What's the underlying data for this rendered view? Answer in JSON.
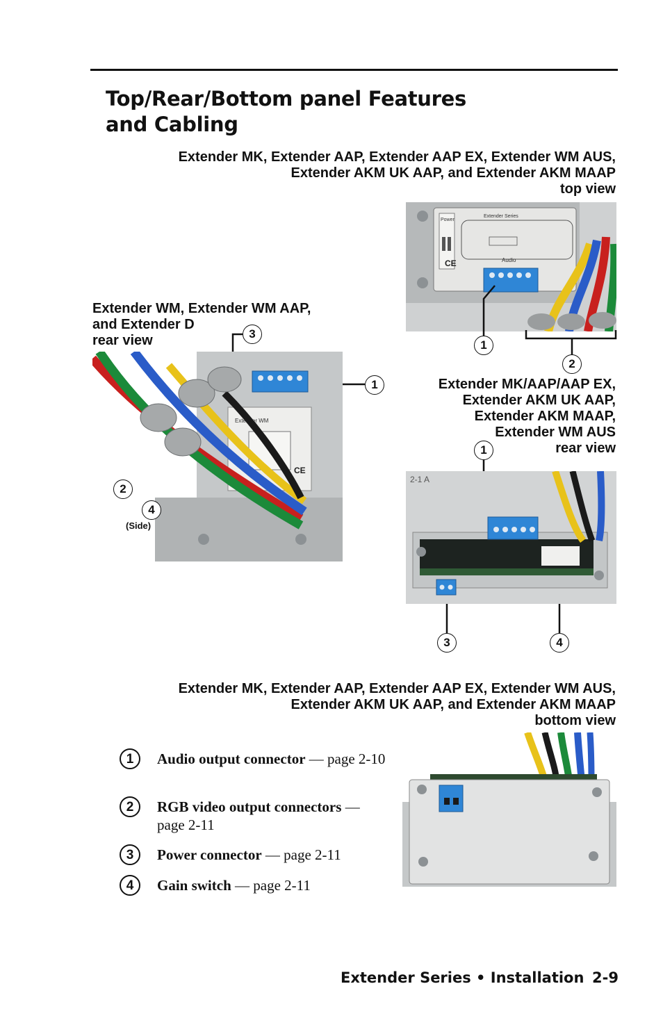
{
  "heading": {
    "line1": "Top/Rear/Bottom panel Features",
    "line2": "and Cabling"
  },
  "captions": {
    "top_view": [
      "Extender MK, Extender AAP, Extender AAP EX, Extender WM AUS,",
      "Extender AKM UK AAP, and Extender AKM MAAP",
      "top view"
    ],
    "wm_rear_view": [
      "Extender WM, Extender WM AAP,",
      "and Extender D",
      "rear view"
    ],
    "mk_rear_view": [
      "Extender MK/AAP/AAP EX,",
      "Extender AKM UK AAP,",
      "Extender AKM MAAP,",
      "Extender WM AUS",
      "rear view"
    ],
    "bottom_view": [
      "Extender MK, Extender AAP, Extender AAP EX, Extender WM AUS,",
      "Extender AKM UK AAP, and Extender AKM MAAP",
      "bottom view"
    ]
  },
  "photo_labels": {
    "top_power": "Power",
    "top_series": "Extender Series",
    "top_audio": "Audio",
    "top_ce": "CE",
    "wm_label": "Extender WM",
    "wm_ce": "CE",
    "rear_tag": "2-1 A"
  },
  "callouts": {
    "one": "1",
    "two": "2",
    "three": "3",
    "four": "4",
    "side": "(Side)"
  },
  "legend": [
    {
      "num": "1",
      "name": "Audio output connector",
      "ref": " — page 2-10"
    },
    {
      "num": "2",
      "name": "RGB video output connectors",
      "ref": " — page 2-11"
    },
    {
      "num": "3",
      "name": "Power connector",
      "ref": " — page 2-11"
    },
    {
      "num": "4",
      "name": "Gain switch",
      "ref": " — page 2-11"
    }
  ],
  "footer": {
    "title": "Extender Series • Installation",
    "page": "2-9"
  },
  "colors": {
    "terminal_blue": "#2f86d6",
    "cable_red": "#c8201e",
    "cable_green": "#1c8a3a",
    "cable_blue": "#2a5cc8",
    "cable_yellow": "#e8c21a",
    "metal": "#b9bcbd"
  }
}
